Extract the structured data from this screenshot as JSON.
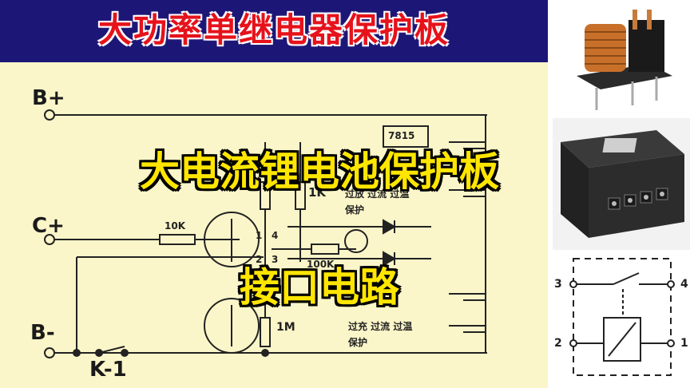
{
  "banner": {
    "title": "大功率单继电器保护板"
  },
  "overlay": {
    "line1": "大电流锂电池保护板",
    "line2": "接口电路"
  },
  "circuit": {
    "terminals": {
      "b_plus": "B+",
      "c_plus": "C+",
      "b_minus": "B-",
      "switch": "K-1"
    },
    "components": {
      "regulator": "7815",
      "r_10k": "10K",
      "r_1k": "1K",
      "r_100k": "100K",
      "r_1m": "1M",
      "pin1": "1",
      "pin2": "2",
      "pin3": "3",
      "pin4": "4"
    },
    "notes": {
      "top_line1": "过放 过流 过温",
      "top_line2": "保护",
      "bottom_line1": "过充 过流 过温",
      "bottom_line2": "保护"
    }
  },
  "relay_symbol": {
    "pin3": "3",
    "pin4": "4",
    "pin2": "2",
    "pin1": "1"
  },
  "colors": {
    "banner_bg": "#1c1677",
    "title_red": "#e6121b",
    "overlay_yellow": "#ffe600",
    "panel_bg": "#fbf6c9"
  }
}
